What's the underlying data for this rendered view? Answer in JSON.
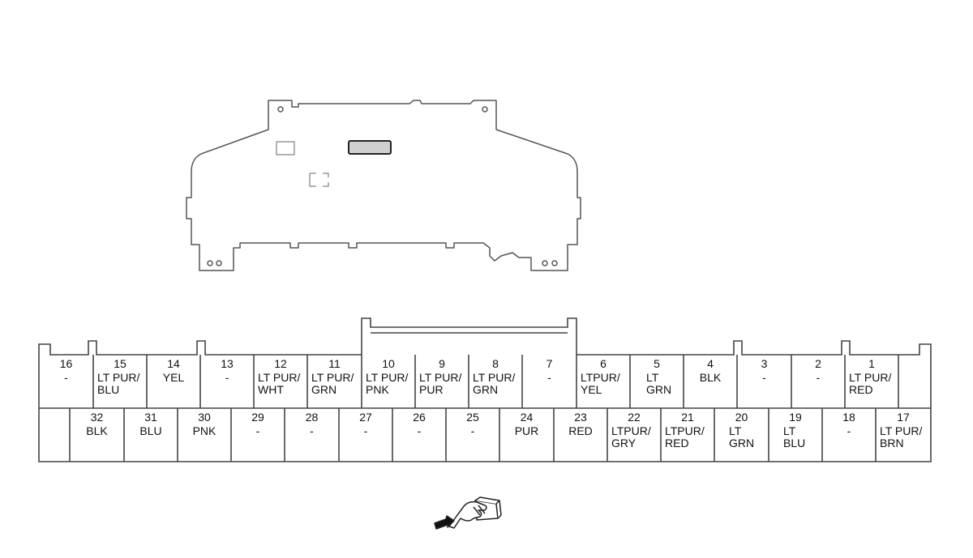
{
  "connector": {
    "top_row": [
      {
        "pin": "16",
        "color": "-"
      },
      {
        "pin": "15",
        "color": "LT PUR/\nBLU"
      },
      {
        "pin": "14",
        "color": "YEL"
      },
      {
        "pin": "13",
        "color": "-"
      },
      {
        "pin": "12",
        "color": "LT PUR/\nWHT"
      },
      {
        "pin": "11",
        "color": "LT PUR/\nGRN"
      },
      {
        "pin": "10",
        "color": "LT PUR/\nPNK"
      },
      {
        "pin": "9",
        "color": "LT PUR/\nPUR"
      },
      {
        "pin": "8",
        "color": "LT PUR/\nGRN"
      },
      {
        "pin": "7",
        "color": "-"
      },
      {
        "pin": "6",
        "color": "LTPUR/\nYEL"
      },
      {
        "pin": "5",
        "color": "LT\nGRN"
      },
      {
        "pin": "4",
        "color": "BLK"
      },
      {
        "pin": "3",
        "color": "-"
      },
      {
        "pin": "2",
        "color": "-"
      },
      {
        "pin": "1",
        "color": "LT PUR/\nRED"
      }
    ],
    "bottom_row": [
      {
        "pin": "32",
        "color": "BLK"
      },
      {
        "pin": "31",
        "color": "BLU"
      },
      {
        "pin": "30",
        "color": "PNK"
      },
      {
        "pin": "29",
        "color": "-"
      },
      {
        "pin": "28",
        "color": "-"
      },
      {
        "pin": "27",
        "color": "-"
      },
      {
        "pin": "26",
        "color": "-"
      },
      {
        "pin": "25",
        "color": "-"
      },
      {
        "pin": "24",
        "color": "PUR"
      },
      {
        "pin": "23",
        "color": "RED"
      },
      {
        "pin": "22",
        "color": "LTPUR/\nGRY"
      },
      {
        "pin": "21",
        "color": "LTPUR/\nRED"
      },
      {
        "pin": "20",
        "color": "LT\nGRN"
      },
      {
        "pin": "19",
        "color": "LT\nBLU"
      },
      {
        "pin": "18",
        "color": "-"
      },
      {
        "pin": "17",
        "color": "LT PUR/\nBRN"
      }
    ]
  },
  "icons": {
    "cluster": "instrument-cluster-outline-icon",
    "terminal_view": "hand-pointing-connector-icon"
  }
}
